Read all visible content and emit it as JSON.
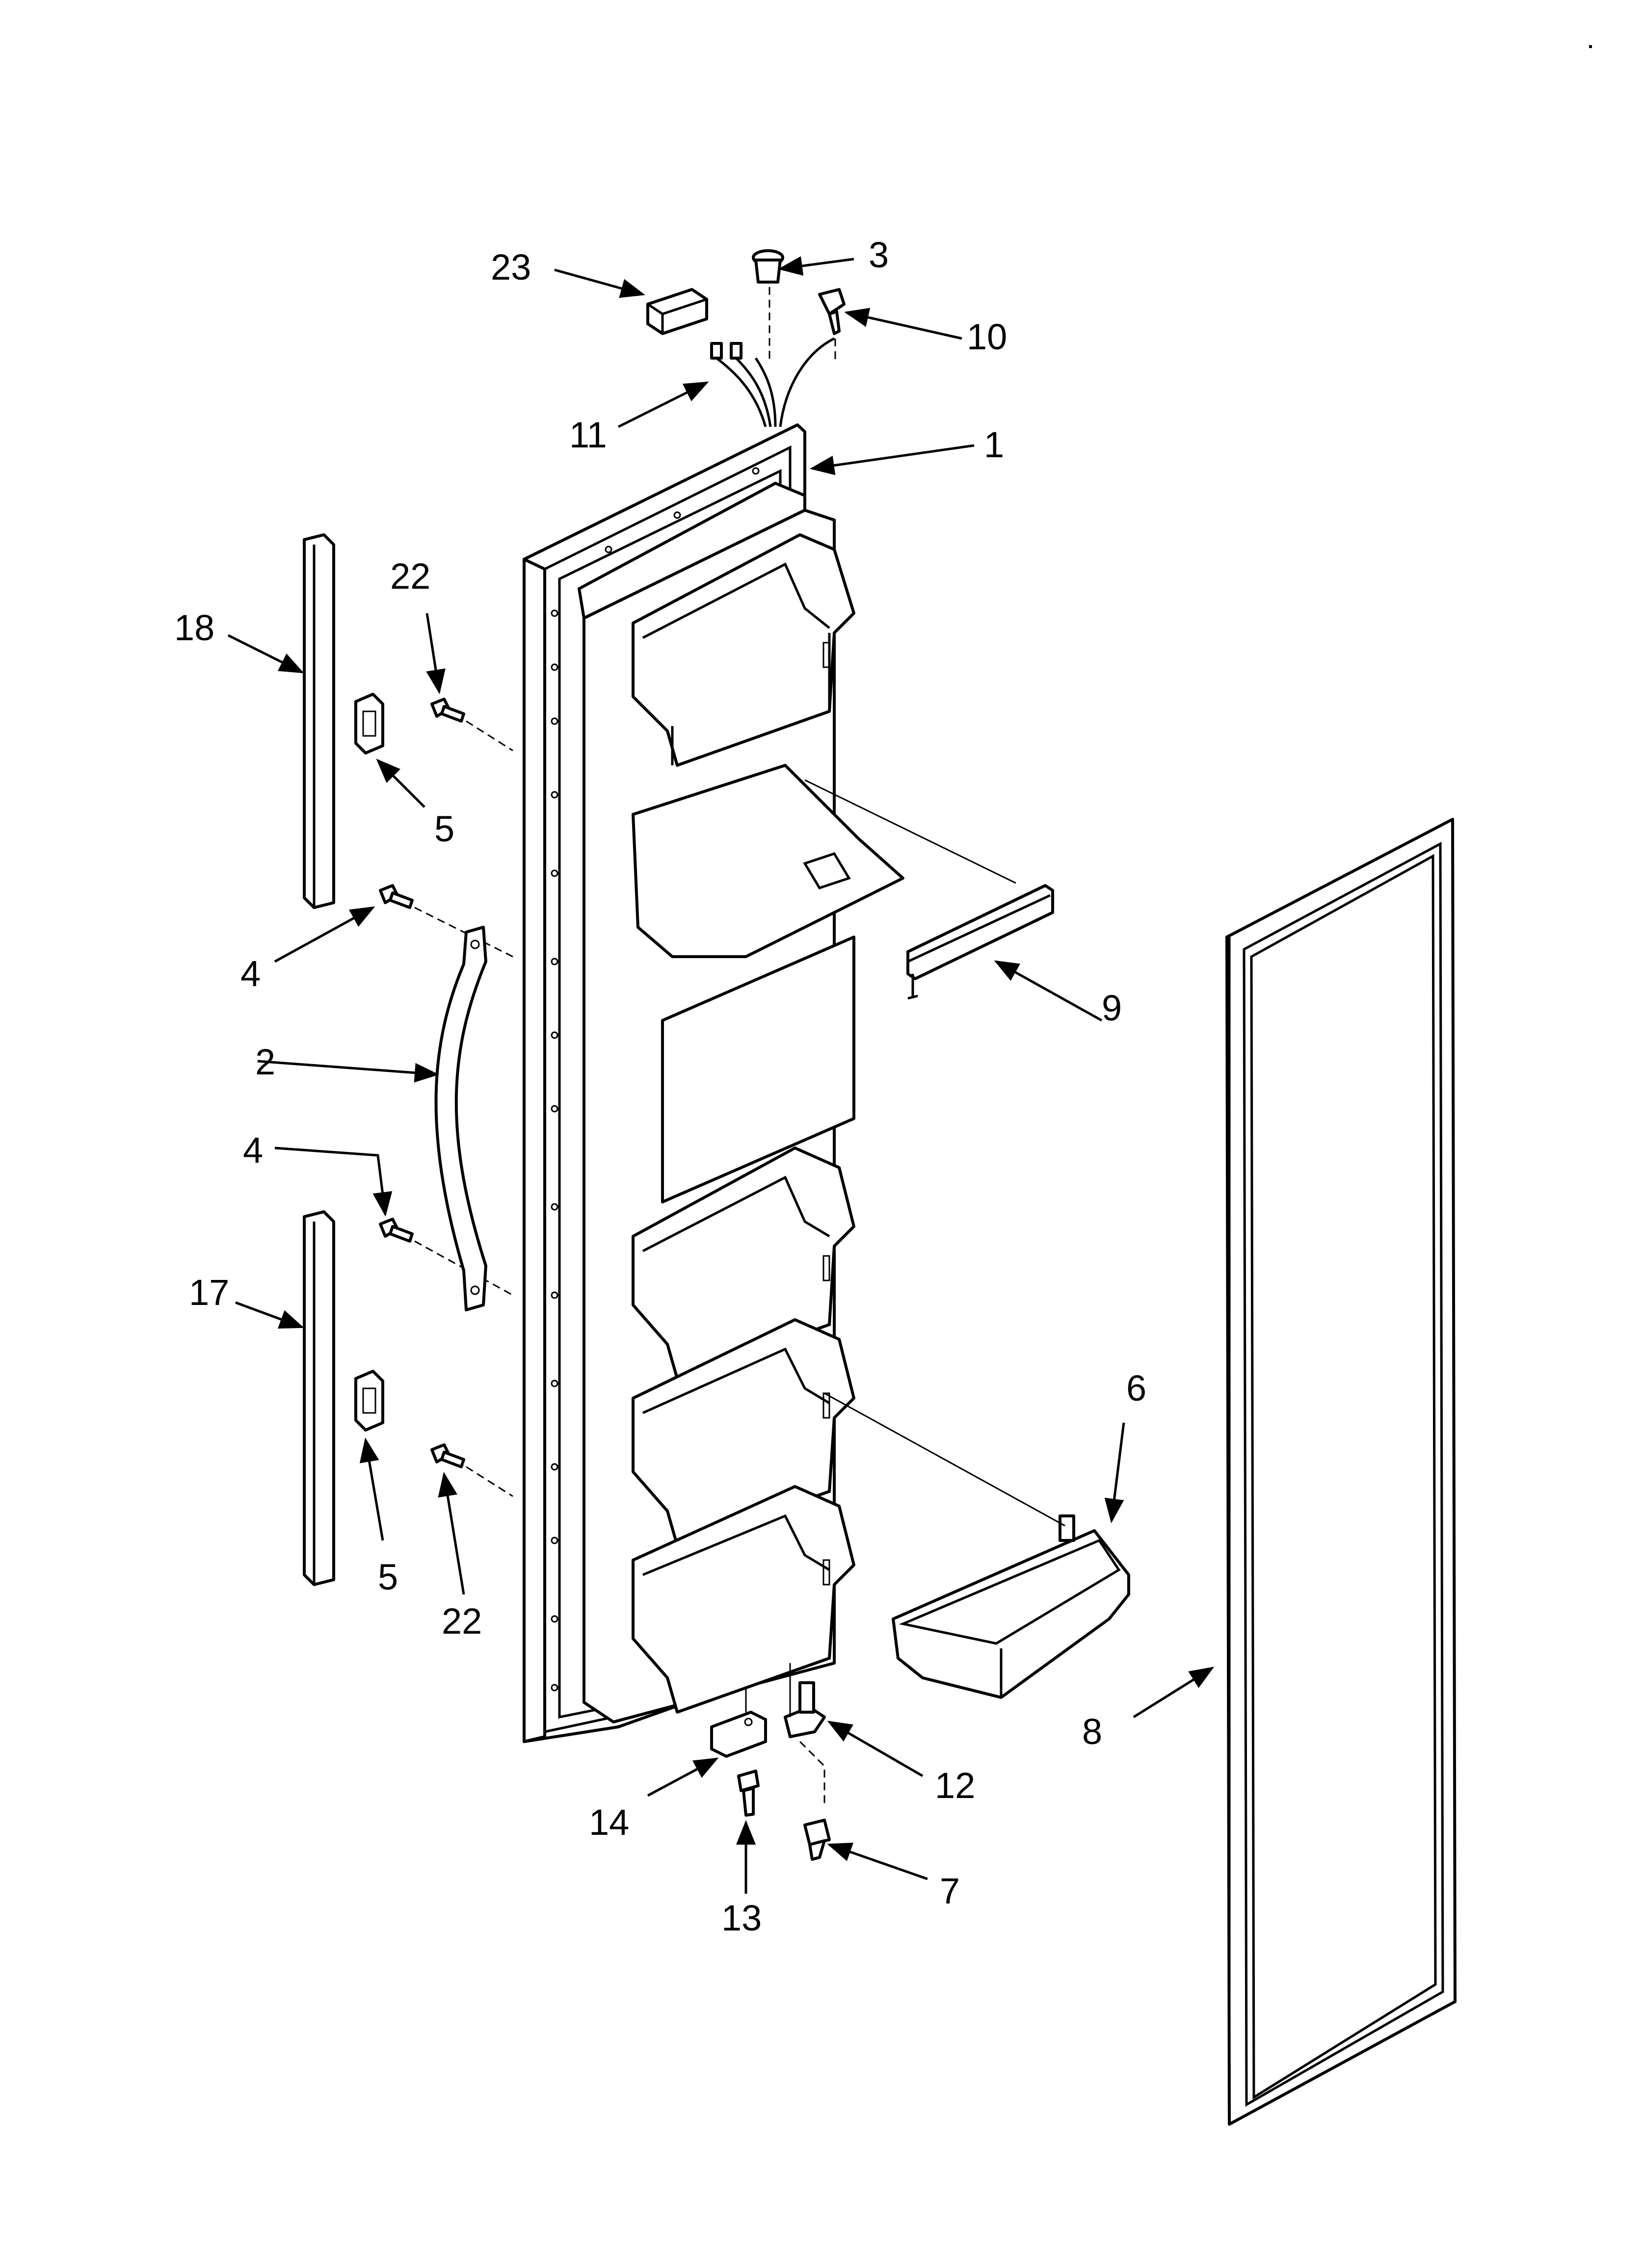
{
  "callouts": {
    "c1": "1",
    "c2": "2",
    "c3": "3",
    "c4a": "4",
    "c4b": "4",
    "c5a": "5",
    "c5b": "5",
    "c6": "6",
    "c7": "7",
    "c8": "8",
    "c9": "9",
    "c10": "10",
    "c11": "11",
    "c12": "12",
    "c13": "13",
    "c14": "14",
    "c17": "17",
    "c18": "18",
    "c22a": "22",
    "c22b": "22",
    "c23": "23"
  }
}
